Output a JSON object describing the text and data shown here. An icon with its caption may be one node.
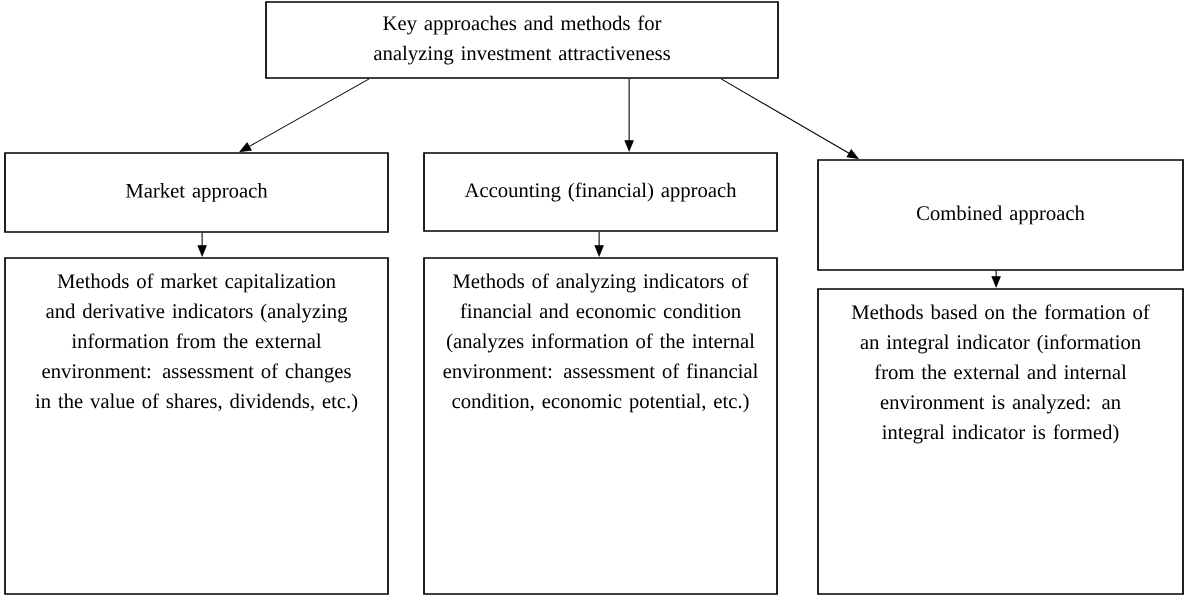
{
  "diagram": {
    "nodes": [
      {
        "text": [
          "Key approaches and methods for analyzing investment attractiveness"
        ]
      },
      {
        "text": [
          "Market approach"
        ]
      },
      {
        "text": [
          "Accounting (financial) approach"
        ]
      },
      {
        "text": [
          "Combined approach"
        ]
      },
      {
        "text": [
          "Methods of market capitalization and derivative indicators (analyzing information from the external environment: assessment of changes in the value of shares, dividends, etc.)"
        ]
      },
      {
        "text": [
          "Methods of analyzing indicators of financial and economic condition (analyzes information of the internal environment: assessment of financial condition, economic potential, etc.)"
        ]
      },
      {
        "text": [
          "Methods based on the formation of an integral indicator (information from the external and internal environment is analyzed: an integral indicator is formed)"
        ]
      }
    ],
    "edges": [
      {
        "from": 0,
        "to": 1,
        "arrow": "to"
      },
      {
        "from": 0,
        "to": 2,
        "arrow": "to"
      },
      {
        "from": 0,
        "to": 3,
        "arrow": "to"
      },
      {
        "from": 1,
        "to": 4,
        "arrow": "to"
      },
      {
        "from": 2,
        "to": 5,
        "arrow": "to"
      },
      {
        "from": 3,
        "to": 6,
        "arrow": "to"
      }
    ]
  }
}
